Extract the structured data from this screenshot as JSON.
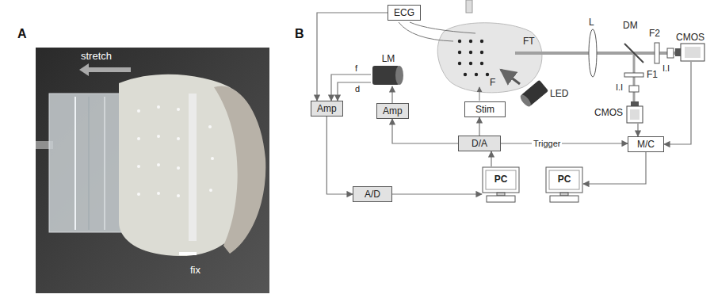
{
  "diagram": {
    "nodes": [
      {
        "text": [
          "ECG"
        ]
      },
      {
        "text": [
          "LM"
        ]
      },
      {
        "text": [
          "CMOS"
        ]
      },
      {
        "text": [
          "CMOS"
        ]
      },
      {
        "text": [
          "Amp"
        ]
      },
      {
        "text": [
          "Amp"
        ]
      },
      {
        "text": [
          "Stim"
        ]
      },
      {
        "text": [
          "D/A"
        ]
      },
      {
        "text": [
          "M/C"
        ]
      },
      {
        "text": [
          "A/D"
        ]
      },
      {
        "text": [
          "PC"
        ]
      },
      {
        "text": [
          "PC"
        ]
      }
    ],
    "edges": [
      {
        "from": 0,
        "to": 4,
        "arrow": "to"
      },
      {
        "from": 1,
        "to": 4,
        "label": "f",
        "arrow": "to"
      },
      {
        "from": 1,
        "to": 4,
        "label": "d",
        "arrow": "to"
      },
      {
        "from": 5,
        "to": 1,
        "arrow": "to"
      },
      {
        "from": 7,
        "to": 5,
        "arrow": "to"
      },
      {
        "from": 7,
        "to": 6,
        "arrow": "to"
      },
      {
        "from": 7,
        "to": 8,
        "label": "Trigger",
        "arrow": "to"
      },
      {
        "from": 4,
        "to": 9,
        "arrow": "to"
      },
      {
        "from": 9,
        "to": 10,
        "arrow": "to"
      },
      {
        "from": 10,
        "to": 7,
        "arrow": "to"
      },
      {
        "from": 2,
        "to": 8,
        "arrow": "to"
      },
      {
        "from": 3,
        "to": 8,
        "arrow": "to"
      },
      {
        "from": 8,
        "to": 11,
        "arrow": "to"
      }
    ],
    "labels": [
      "A",
      "stretch",
      "fix",
      "B",
      "L",
      "DM",
      "F2",
      "I.I",
      "I.I",
      "F1",
      "FT",
      "F",
      "LED"
    ]
  }
}
